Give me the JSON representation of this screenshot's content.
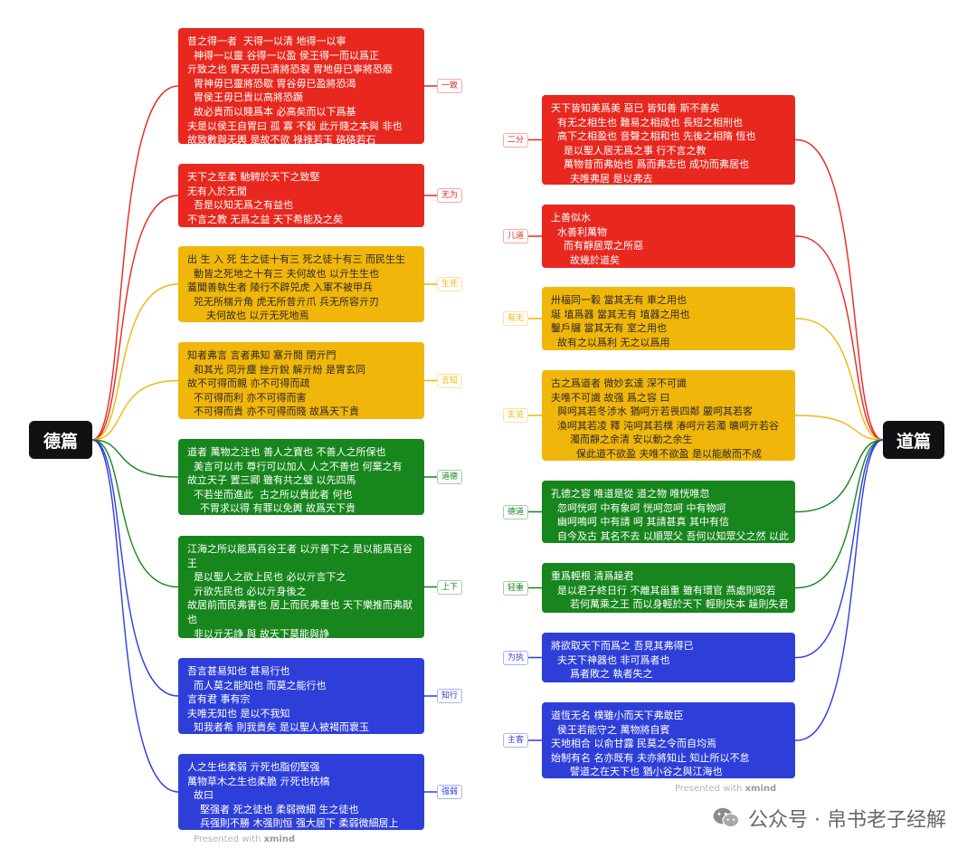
{
  "colors": {
    "red": "#e8281f",
    "yellow": "#f1b60a",
    "blue": "#2e3fd9",
    "green": "#17861d",
    "root": "#111111"
  },
  "roots": {
    "left": "德篇",
    "right": "道篇"
  },
  "left_nodes": [
    {
      "tag": "一致",
      "color": "red",
      "lines": [
        "昔之得一者  天得一以清 地得一以寧",
        "  神得一以靈 谷得一以盈 侯王得一而以爲正",
        "亓致之也 胃天毋已清將恐裂 胃地毋已寧將恐廢",
        "  胃神毋已靈將恐歇 胃谷毋已盈將恐渴",
        "  胃侯王毋已貴以高將恐蹶",
        "  故必貴而以賤爲本 必高矣而以下爲基",
        "夫是以侯王自胃曰 孤 寡 不穀 此亓賤之本與 非也",
        "故致數與无輿 是故不欲 祿祿若玉 硌硌若石"
      ]
    },
    {
      "tag": "无为",
      "color": "red",
      "lines": [
        "天下之至柔 馳騁於天下之致堅",
        "无有入於无閒",
        "  吾是以知无爲之有益也",
        "不言之教 无爲之益 天下希能及之矣"
      ]
    },
    {
      "tag": "生死",
      "color": "yellow",
      "lines": [
        "出 生 入 死 生之徒十有三 死之徒十有三 而民生生",
        "  動皆之死地之十有三 夫何故也 以亓生生也",
        "蓋聞善執生者 陵行不辟兕虎 入軍不被甲兵",
        "  兕无所椯亓角 虎无所昔亓爪 兵无所容亓刃",
        "      夫何故也 以亓无死地焉"
      ]
    },
    {
      "tag": "言知",
      "color": "yellow",
      "lines": [
        "知者弗言 言者弗知 塞亓閱 閉亓門",
        "  和其光 同亓塵 挫亓銳 解亓紛 是胃玄同",
        "故不可得而親 亦不可得而疏",
        "  不可得而利 亦不可得而害",
        "  不可得而貴 亦不可得而賤 故爲天下貴"
      ]
    },
    {
      "tag": "道德",
      "color": "green",
      "lines": [
        "道者 萬物之注也 善人之寶也 不善人之所保也",
        "  美言可以市 尊行可以加人 人之不善也 何棄之有",
        "故立天子 置三卿 雖有共之璧 以先四馬",
        "  不若坐而進此  古之所以貴此者 何也",
        "    不胃求以得 有罪以免輿 故爲天下貴"
      ]
    },
    {
      "tag": "上下",
      "color": "green",
      "lines": [
        "江海之所以能爲百谷王者 以亓善下之 是以能爲百谷",
        "王",
        "  是以聖人之欲上民也 必以亓言下之",
        "  亓欲先民也 必以亓身後之",
        "故居前而民弗害也 居上而民弗重也 天下樂推而弗猒",
        "也",
        "  非以亓无諍 與 故天下莫能與諍"
      ]
    },
    {
      "tag": "知行",
      "color": "blue",
      "lines": [
        "吾言甚易知也 甚易行也",
        "  而人莫之能知也 而莫之能行也",
        "言有君 事有宗",
        "夫唯无知也 是以不我知",
        "  知我者希 則我貴矣 是以聖人被褐而褱玉"
      ]
    },
    {
      "tag": "强弱",
      "color": "blue",
      "lines": [
        "人之生也柔弱 亓死也脂仞堅强",
        "萬物草木之生也柔脆 亓死也枯槁",
        "  故曰",
        "    堅强者 死之徒也 柔弱微細 生之徒也",
        "    兵强則不勝 木强則恒 强大居下 柔弱微細居上"
      ]
    }
  ],
  "right_nodes": [
    {
      "tag": "二分",
      "color": "red",
      "lines": [
        "天下皆知美爲美 惡已 皆知善 斯不善矣",
        "  有无之相生也 難易之相成也 長短之相刑也",
        "  高下之相盈也 音聲之相和也 先後之相隋 恆也",
        "    是以聖人居无爲之事 行不言之教",
        "    萬物昔而弗始也 爲而弗志也 成功而弗居也",
        "      夫唯弗居 是以弗去"
      ]
    },
    {
      "tag": "儿道",
      "color": "red",
      "lines": [
        "上善似水",
        "  水善利萬物",
        "    而有靜居眾之所惡",
        "      故幾於道矣"
      ]
    },
    {
      "tag": "有无",
      "color": "yellow",
      "lines": [
        "卅楅同一轂 當其无有 車之用也",
        "埏 埴爲器 當其无有 埴器之用也",
        "鑿戶牖 當其无有 室之用也",
        "  故有之以爲利 无之以爲用"
      ]
    },
    {
      "tag": "玄览",
      "color": "yellow",
      "lines": [
        "古之爲道者 微妙玄達 深不可識",
        "夫唯不可識 故强 爲之容 曰",
        "  與呵其若冬涉水 猶呵亓若畏四鄰 嚴呵其若客",
        "  渙呵其若凌 釋 沌呵其若樸 湷呵亓若濁 曠呵亓若谷",
        "      濁而靜之余清 安以動之余生",
        "        保此道不欲盈 夫唯不欲盈 是以能敝而不成"
      ]
    },
    {
      "tag": "德道",
      "color": "green",
      "lines": [
        "孔德之容 唯道是從 道之物 唯恍唯忽",
        "  忽呵恍呵 中有象呵 恍呵忽呵 中有物呵",
        "  幽呵鳴呵 中有請 呵 其請甚真 其中有信",
        "  自今及古 其名不去 以順眾父 吾何以知眾父之然 以此"
      ]
    },
    {
      "tag": "轻重",
      "color": "green",
      "lines": [
        "重爲輕根 清爲趮君",
        "  是以君子終日行 不離其甾重 雖有環官 燕處則昭若",
        "      若何萬乘之王 而以身輕於天下 輕則失本 趮則失君"
      ]
    },
    {
      "tag": "为执",
      "color": "blue",
      "lines": [
        "將欲取天下而爲之 吾見其弗得已",
        "  夫天下神器也 非可爲者也",
        "      爲者敗之 執者失之"
      ]
    },
    {
      "tag": "主客",
      "color": "blue",
      "lines": [
        "道恆无名 樸雖小而天下弗敢臣",
        "  侯王若能守之 萬物將自賓",
        "天地相合 以俞甘露 民莫之令而自均焉",
        "始制有名 名亦既有 夫亦將知止 知止所以不怠",
        "      譬道之在天下也 猶小谷之與江海也"
      ]
    }
  ],
  "watermark": {
    "presented_with": "Presented with",
    "brand": "xmind"
  },
  "footer": {
    "text": "公众号 · 帛书老子经解",
    "icon": "wechat-icon"
  }
}
